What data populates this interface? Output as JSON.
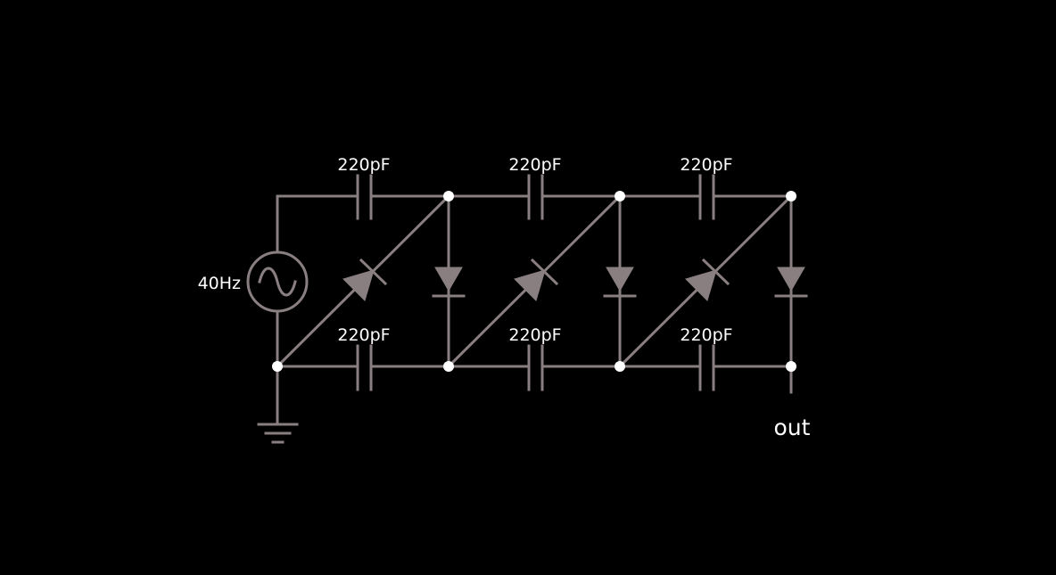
{
  "source": {
    "label": "40Hz"
  },
  "capacitors": {
    "top": [
      "220pF",
      "220pF",
      "220pF"
    ],
    "bottom": [
      "220pF",
      "220pF",
      "220pF"
    ]
  },
  "output": {
    "label": "out"
  },
  "colors": {
    "wire": "#8a7f80",
    "node": "#ffffff",
    "text": "#ffffff",
    "background": "#000000"
  }
}
